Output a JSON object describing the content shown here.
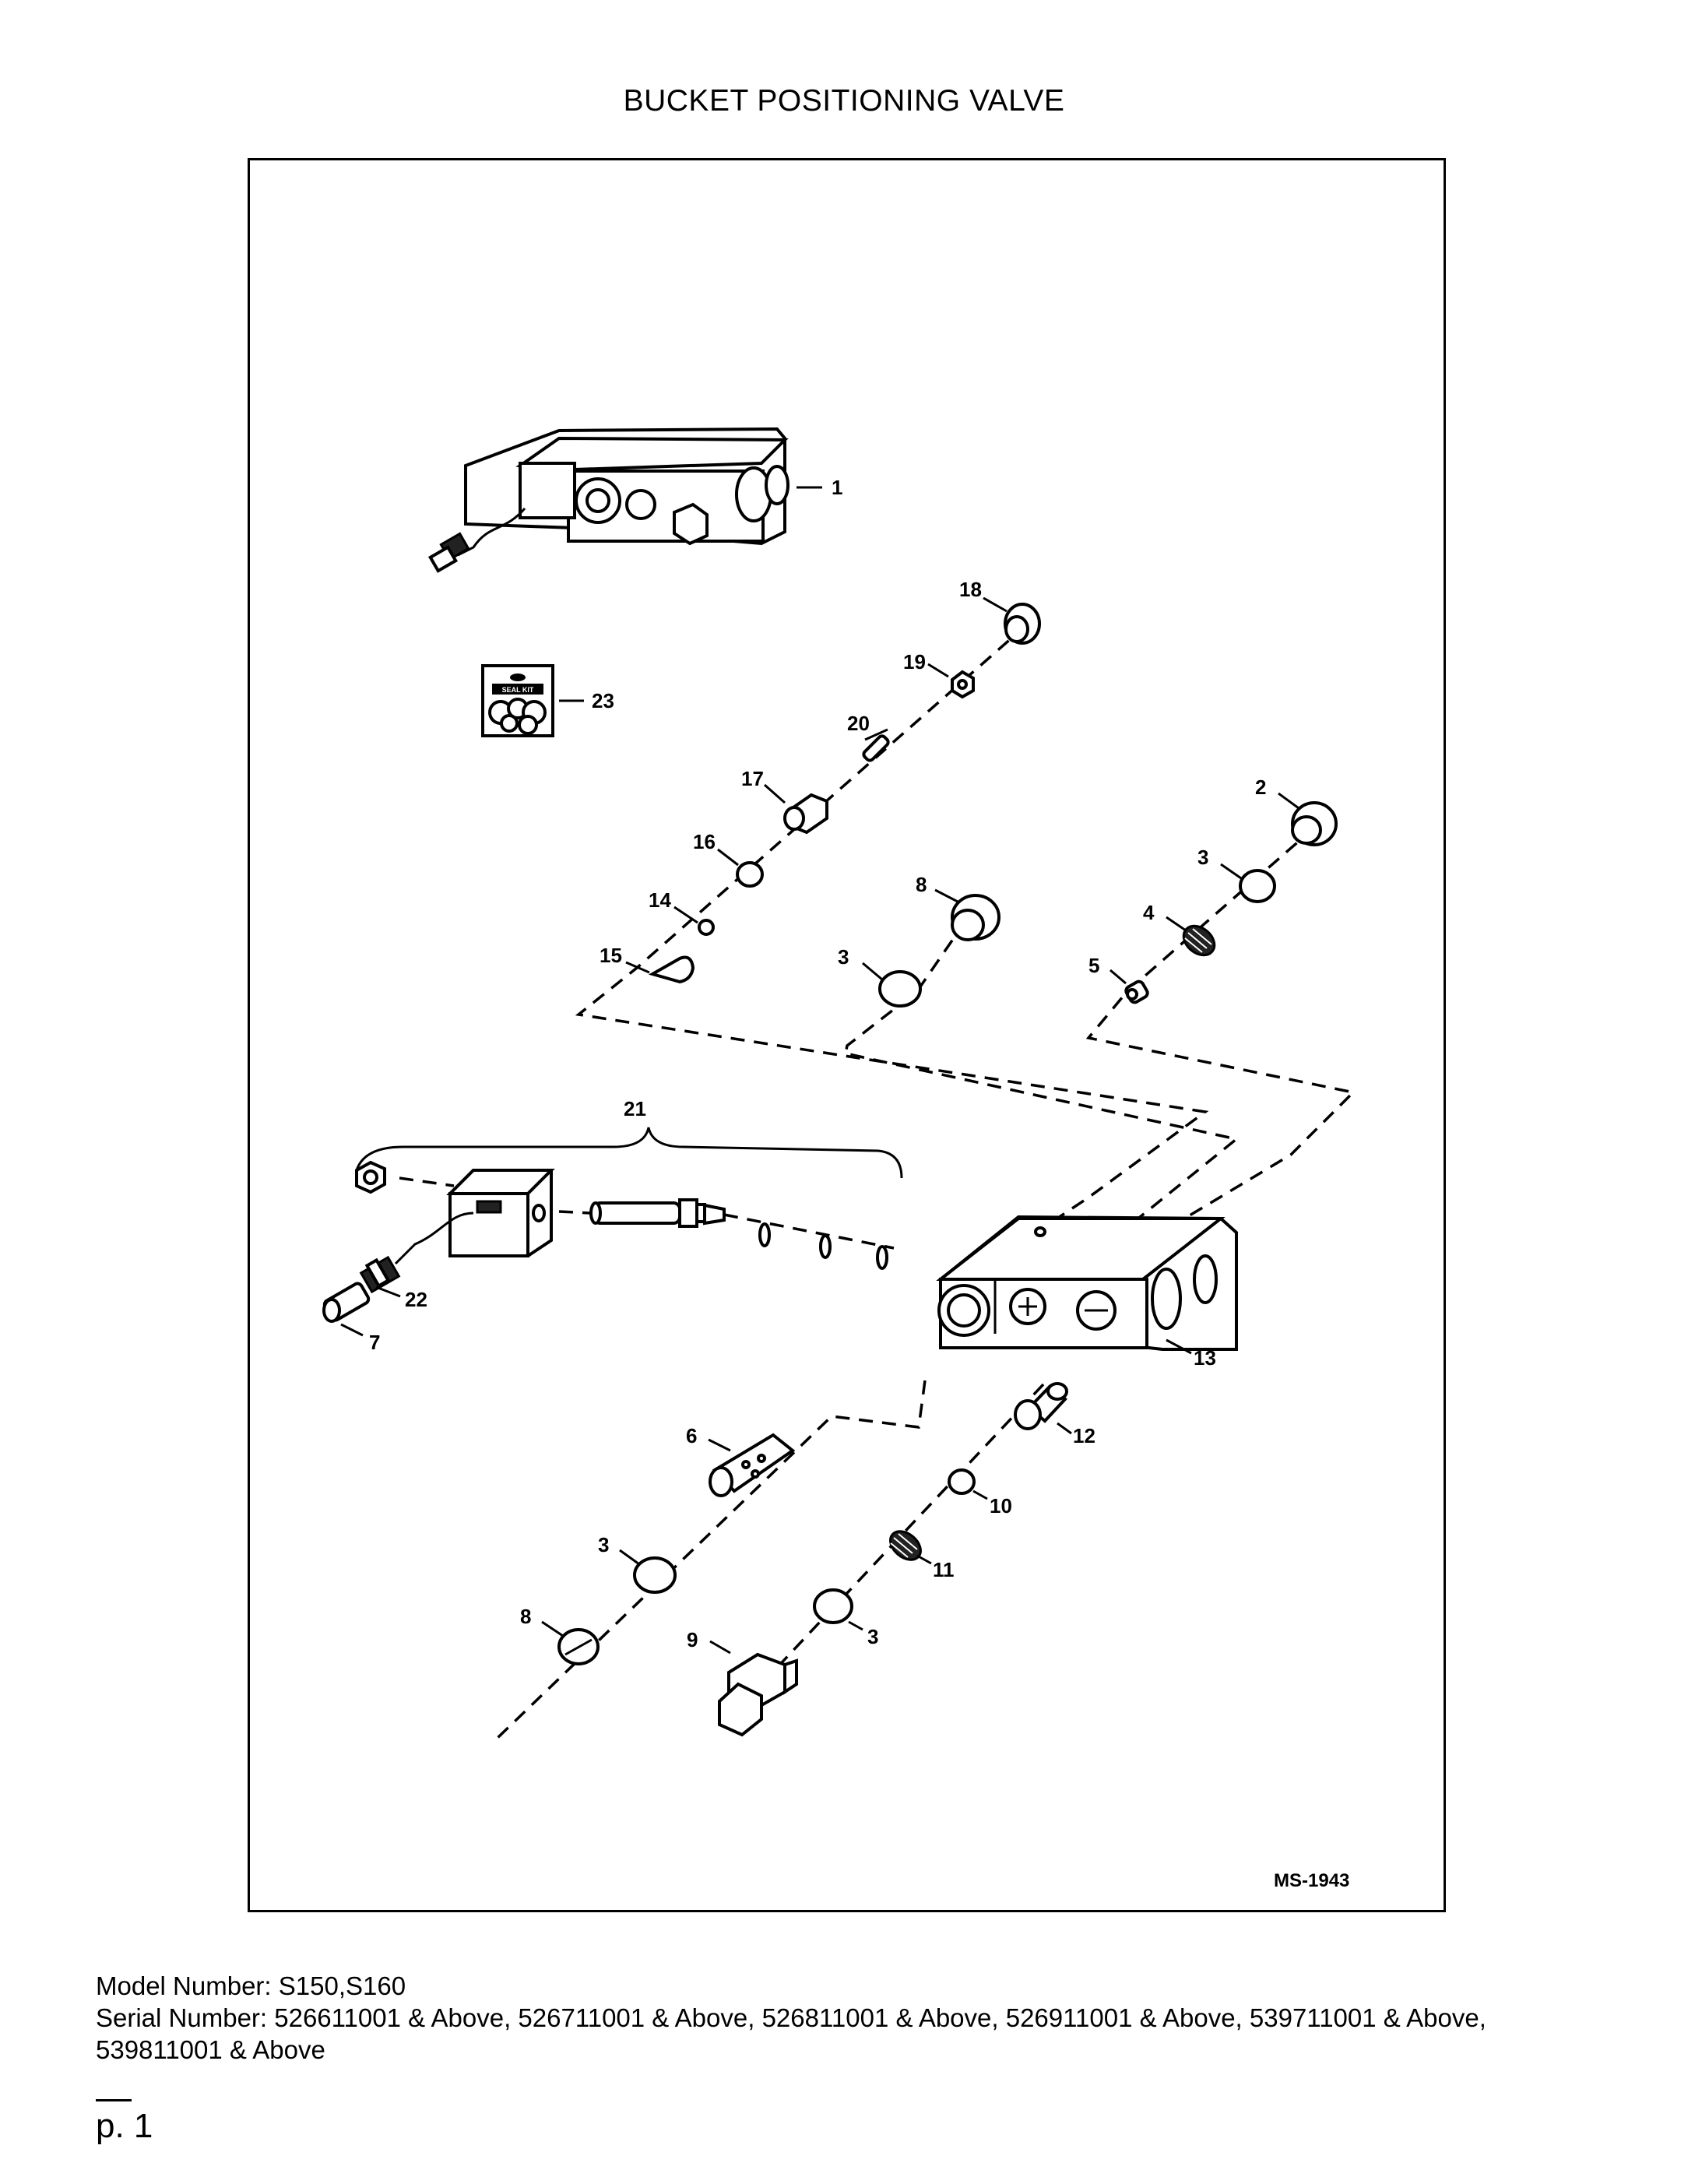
{
  "page": {
    "title": "BUCKET POSITIONING VALVE",
    "drawing_id": "MS-1943",
    "model_line": "Model Number: S150,S160",
    "serial_line": "Serial Number: 526611001 & Above, 526711001 & Above, 526811001 & Above, 526911001 & Above, 539711001 & Above, 539811001 & Above",
    "page_number": "p. 1"
  },
  "seal_kit_label": "SEAL KIT",
  "callouts": {
    "c1": "1",
    "c2": "2",
    "c3a": "3",
    "c3b": "3",
    "c3c": "3",
    "c3d": "3",
    "c4": "4",
    "c5": "5",
    "c6": "6",
    "c7": "7",
    "c8a": "8",
    "c8b": "8",
    "c9": "9",
    "c10": "10",
    "c11": "11",
    "c12": "12",
    "c13": "13",
    "c14": "14",
    "c15": "15",
    "c16": "16",
    "c17": "17",
    "c18": "18",
    "c19": "19",
    "c20": "20",
    "c21": "21",
    "c22": "22",
    "c23": "23"
  }
}
